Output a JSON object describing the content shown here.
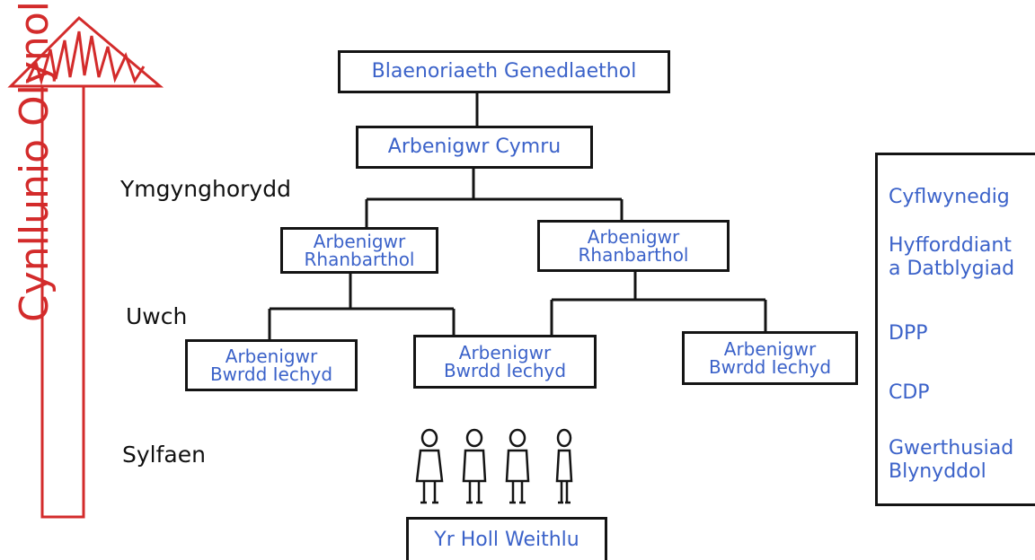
{
  "title_box": "Blaenoriaeth Genedlaethol",
  "national_specialist": "Arbenigwr Cymru",
  "regional": [
    {
      "line1": "Arbenigwr",
      "line2": "Rhanbarthol"
    },
    {
      "line1": "Arbenigwr",
      "line2": "Rhanbarthol"
    }
  ],
  "health_board": [
    {
      "line1": "Arbenigwr",
      "line2": "Bwrdd Iechyd"
    },
    {
      "line1": "Arbenigwr",
      "line2": "Bwrdd Iechyd"
    },
    {
      "line1": "Arbenigwr",
      "line2": "Bwrdd Iechyd"
    }
  ],
  "workforce": "Yr Holl Weithlu",
  "levels": {
    "consultant": "Ymgynghorydd",
    "senior": "Uwch",
    "foundation": "Sylfaen"
  },
  "vertical_label": "Cynllunio Olynol",
  "side_panel": {
    "item1": "Cyflwynedig",
    "item2_line1": "Hyfforddiant",
    "item2_line2": "a Datblygiad",
    "item3": "DPP",
    "item4": "CDP",
    "item5_line1": "Gwerthusiad",
    "item5_line2": "Blynyddol"
  },
  "colors": {
    "box_text": "#3b62c9",
    "arrow": "#d32b2b",
    "ink": "#141414"
  }
}
